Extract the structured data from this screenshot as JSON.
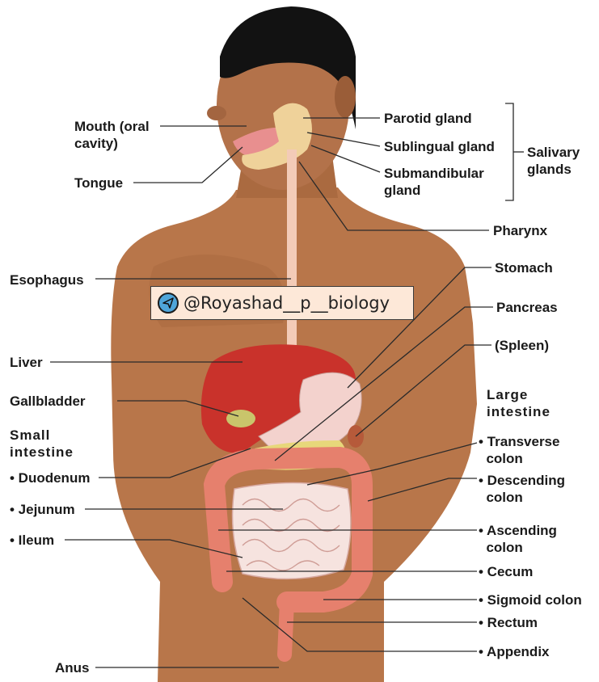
{
  "labels": {
    "mouth": "Mouth (oral\ncavity)",
    "tongue": "Tongue",
    "parotid": "Parotid gland",
    "sublingual": "Sublingual gland",
    "submandibular": "Submandibular\ngland",
    "salivary": "Salivary\nglands",
    "pharynx": "Pharynx",
    "esophagus": "Esophagus",
    "stomach": "Stomach",
    "pancreas": "Pancreas",
    "spleen": "(Spleen)",
    "liver": "Liver",
    "gallbladder": "Gallbladder",
    "small_intestine": "Small\nintestine",
    "duodenum": "• Duodenum",
    "jejunum": "• Jejunum",
    "ileum": "• Ileum",
    "large_intestine": "Large\nintestine",
    "transverse": "• Transverse\n  colon",
    "descending": "• Descending\n  colon",
    "ascending": "• Ascending\n  colon",
    "cecum": "• Cecum",
    "sigmoid": "• Sigmoid colon",
    "rectum": "• Rectum",
    "appendix": "• Appendix",
    "anus": "Anus"
  },
  "watermark": {
    "text": "@Royashad__p__biology",
    "icon": "telegram-icon"
  },
  "colors": {
    "skin": "#b9784c",
    "hair": "#111111",
    "liver": "#c8332b",
    "intestine": "#e8897a",
    "small_intestine": "#f4e0dc",
    "watermark_bg": "#fde8d8",
    "telegram": "#4fa6da"
  }
}
